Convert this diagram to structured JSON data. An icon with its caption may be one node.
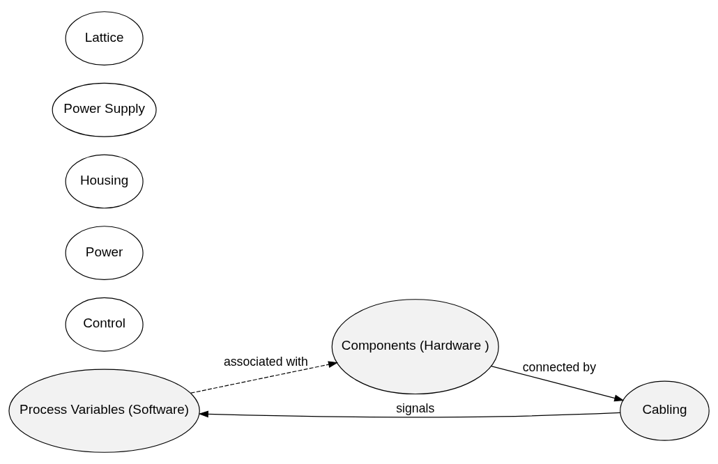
{
  "diagram": {
    "nodes": [
      {
        "text": [
          "Process Variables (Software)"
        ]
      },
      {
        "text": [
          "Components (Hardware )"
        ]
      },
      {
        "text": [
          "Cabling"
        ]
      },
      {
        "text": [
          "Control"
        ]
      },
      {
        "text": [
          "Power"
        ]
      },
      {
        "text": [
          "Housing"
        ]
      },
      {
        "text": [
          "Power Supply"
        ]
      },
      {
        "text": [
          "Lattice"
        ]
      }
    ],
    "edges": [
      {
        "from": 0,
        "to": 1,
        "arrow": "to",
        "label": "associated with",
        "style": "dashed"
      },
      {
        "from": 1,
        "to": 2,
        "arrow": "to",
        "label": "connected by"
      },
      {
        "from": 2,
        "to": 0,
        "arrow": "to",
        "label": "signals"
      }
    ]
  }
}
